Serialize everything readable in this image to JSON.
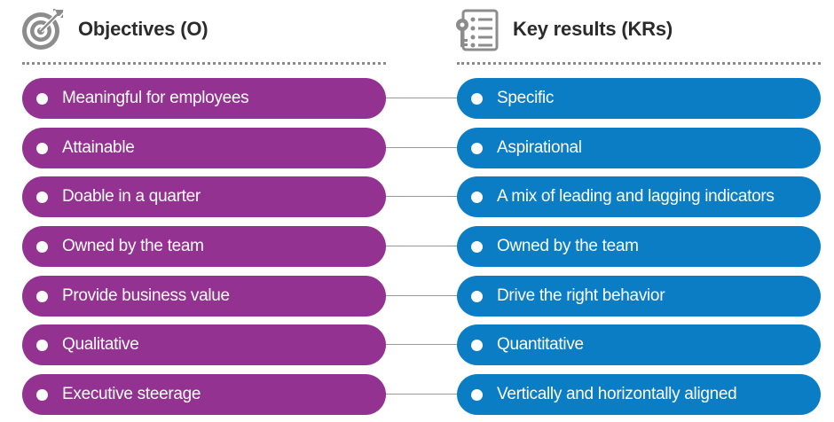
{
  "headers": {
    "objectives": {
      "title": "Objectives (O)",
      "icon": "target-icon"
    },
    "key_results": {
      "title": "Key results (KRs)",
      "icon": "key-checklist-icon"
    }
  },
  "colors": {
    "objective_fill": "#933291",
    "key_result_fill": "#0a7dc4",
    "connector": "#9a9a9a",
    "divider": "#8a8a8a",
    "icon_gray": "#8c8c8c"
  },
  "rows": [
    {
      "objective": "Meaningful for employees",
      "key_result": "Specific"
    },
    {
      "objective": "Attainable",
      "key_result": "Aspirational"
    },
    {
      "objective": "Doable in a quarter",
      "key_result": "A mix of leading and lagging indicators"
    },
    {
      "objective": "Owned by the team",
      "key_result": "Owned by the team"
    },
    {
      "objective": "Provide business value",
      "key_result": "Drive the right behavior"
    },
    {
      "objective": "Qualitative",
      "key_result": "Quantitative"
    },
    {
      "objective": "Executive steerage",
      "key_result": "Vertically and horizontally aligned"
    }
  ]
}
